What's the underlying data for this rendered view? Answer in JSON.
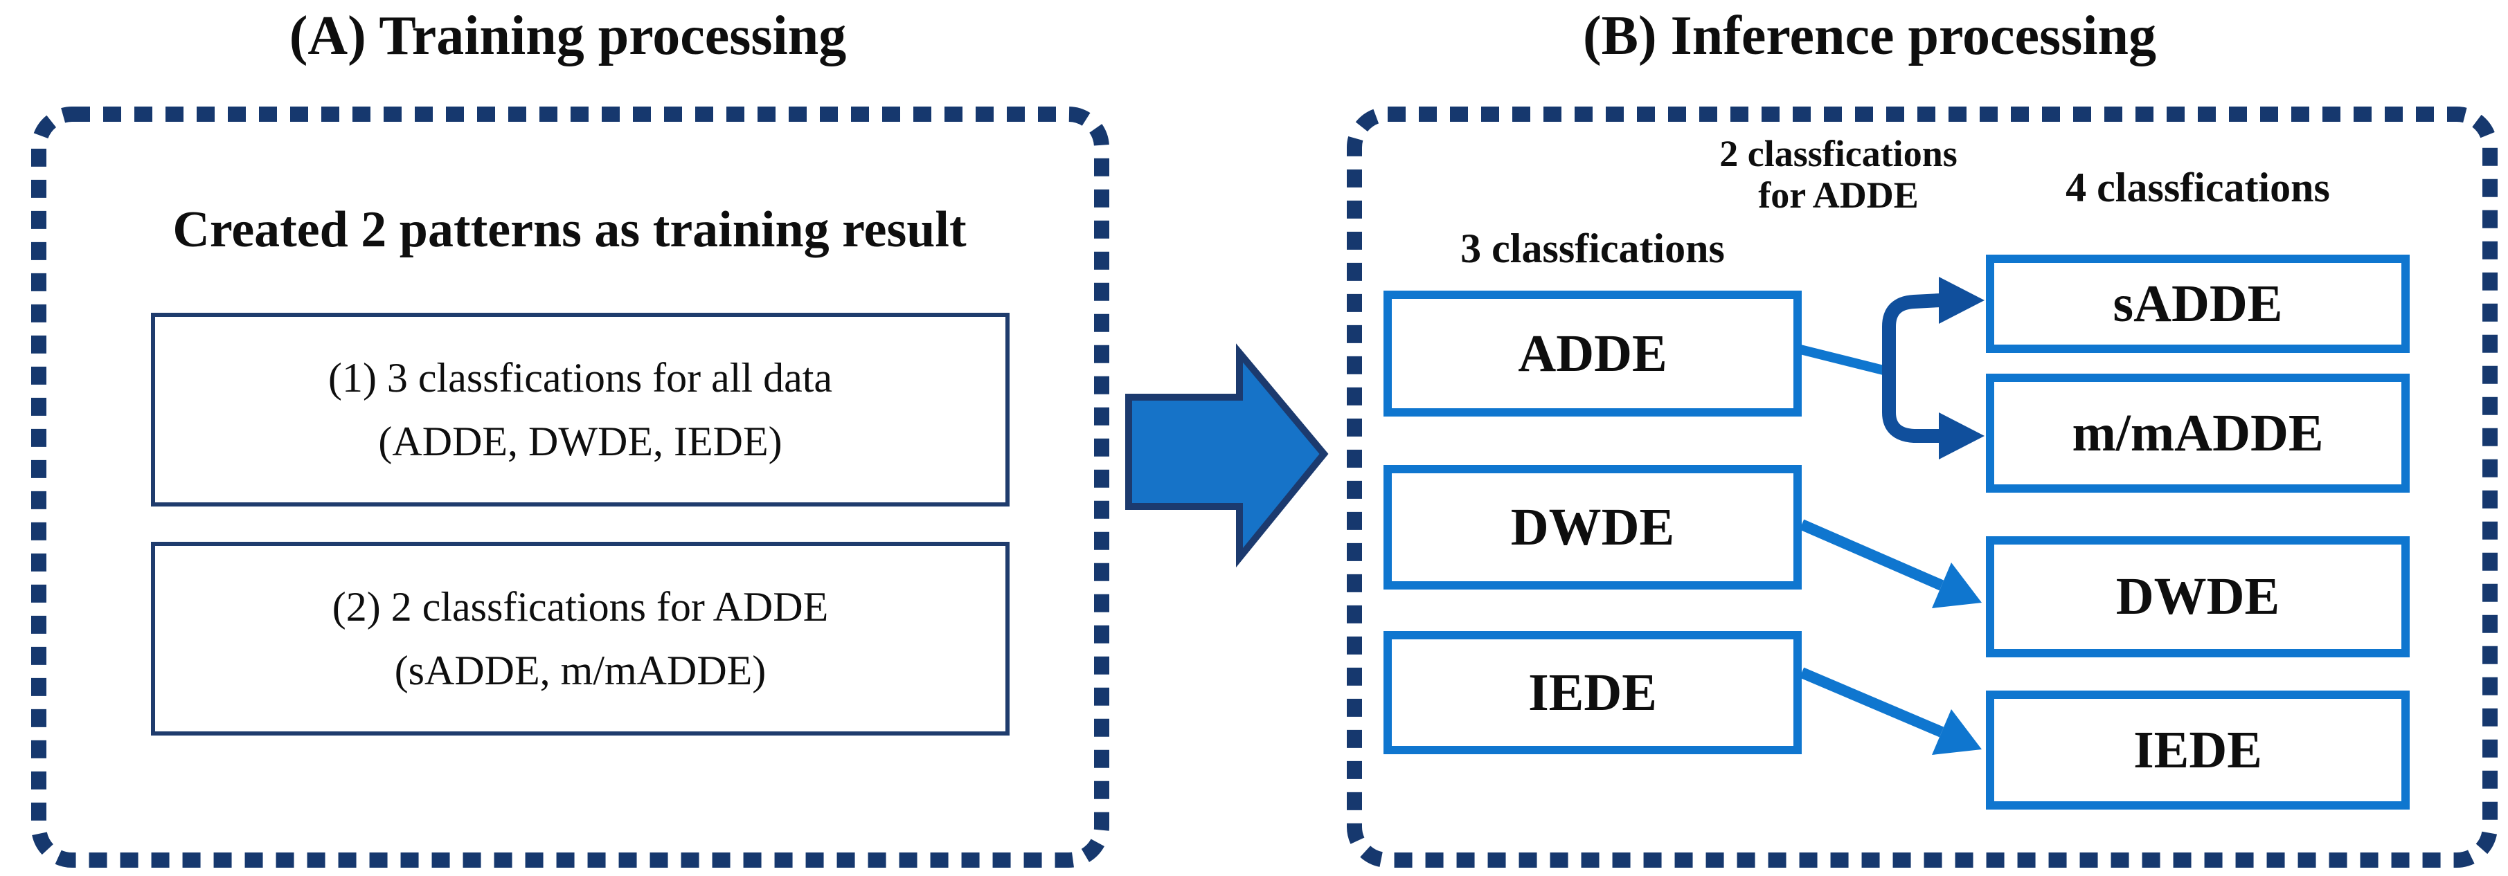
{
  "panel_a": {
    "title": "(A) Training processing",
    "heading": "Created 2 patterns as training result",
    "pattern_boxes": [
      {
        "line1": "(1) 3 classfications for all data",
        "line2": "(ADDE, DWDE, IEDE)"
      },
      {
        "line1": "(2) 2 classfications for ADDE",
        "line2": "(sADDE, m/mADDE)"
      }
    ]
  },
  "panel_b": {
    "title": "(B) Inference processing",
    "labels": {
      "three_class": "3 classfications",
      "two_class_line1": "2 classfications",
      "two_class_line2": "for ADDE",
      "four_class": "4 classfications"
    },
    "source_boxes": [
      "ADDE",
      "DWDE",
      "IEDE"
    ],
    "target_boxes": [
      "sADDE",
      "m/mADDE",
      "DWDE",
      "IEDE"
    ]
  },
  "icons": {
    "big_arrow": "right-block-arrow",
    "fork": "adde-split-bracket-arrows",
    "straight_arrows": [
      "dwde-to-dwde-arrow",
      "iede-to-iede-arrow"
    ]
  },
  "colors": {
    "dashed_border_navy": "#16386e",
    "inner_box_border_navy": "#1f3c6d",
    "bright_blue": "#0f76cf",
    "fork_navy": "#104f9c",
    "block_arrow_fill": "#1673c8",
    "block_arrow_stroke": "#1c3a6e",
    "text": "#0e0e0e"
  }
}
